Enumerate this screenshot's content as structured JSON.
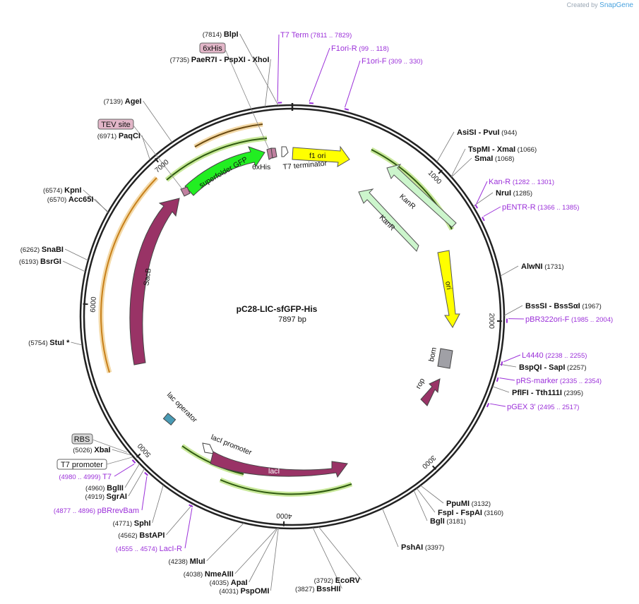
{
  "credit": {
    "prefix": "Created by",
    "brand": "SnapGene"
  },
  "plasmid": {
    "name": "pC28-LIC-sfGFP-His",
    "length": "7897 bp",
    "total_bp": 7897
  },
  "ticks": [
    "1000",
    "2000",
    "3000",
    "4000",
    "5000",
    "6000",
    "7000"
  ],
  "sites": [
    {
      "name": "BlpI",
      "pos": "(7814)",
      "bp": 7814
    },
    {
      "name": "PaeR7I - PspXI - XhoI",
      "pos": "(7735)",
      "bp": 7735
    },
    {
      "name": "AgeI",
      "pos": "(7139)",
      "bp": 7139
    },
    {
      "name": "PaqCI",
      "pos": "(6971)",
      "bp": 6971
    },
    {
      "name": "KpnI",
      "pos": "(6574)",
      "bp": 6574
    },
    {
      "name": "Acc65I",
      "pos": "(6570)",
      "bp": 6570
    },
    {
      "name": "SnaBI",
      "pos": "(6262)",
      "bp": 6262
    },
    {
      "name": "BsrGI",
      "pos": "(6193)",
      "bp": 6193
    },
    {
      "name": "StuI *",
      "pos": "(5754)",
      "bp": 5754
    },
    {
      "name": "XbaI",
      "pos": "(5026)",
      "bp": 5026
    },
    {
      "name": "BglII",
      "pos": "(4960)",
      "bp": 4960
    },
    {
      "name": "SgrAI",
      "pos": "(4919)",
      "bp": 4919
    },
    {
      "name": "SphI",
      "pos": "(4771)",
      "bp": 4771
    },
    {
      "name": "BstAPI",
      "pos": "(4562)",
      "bp": 4562
    },
    {
      "name": "MluI",
      "pos": "(4238)",
      "bp": 4238
    },
    {
      "name": "NmeAIII",
      "pos": "(4038)",
      "bp": 4038
    },
    {
      "name": "ApaI",
      "pos": "(4035)",
      "bp": 4035
    },
    {
      "name": "PspOMI",
      "pos": "(4031)",
      "bp": 4031
    },
    {
      "name": "BssHII",
      "pos": "(3827)",
      "bp": 3827
    },
    {
      "name": "EcoRV",
      "pos": "(3792)",
      "bp": 3792
    },
    {
      "name": "PshAI",
      "pos": "(3397)",
      "bp": 3397
    },
    {
      "name": "BglI",
      "pos": "(3181)",
      "bp": 3181
    },
    {
      "name": "FspI - FspAI",
      "pos": "(3160)",
      "bp": 3160
    },
    {
      "name": "PpuMI",
      "pos": "(3132)",
      "bp": 3132
    },
    {
      "name": "PflFI - Tth111I",
      "pos": "(2395)",
      "bp": 2395
    },
    {
      "name": "BspQI - SapI",
      "pos": "(2257)",
      "bp": 2257
    },
    {
      "name": "BssSI - BssSαI",
      "pos": "(1967)",
      "bp": 1967
    },
    {
      "name": "AlwNI",
      "pos": "(1731)",
      "bp": 1731
    },
    {
      "name": "NruI",
      "pos": "(1285)",
      "bp": 1285
    },
    {
      "name": "SmaI",
      "pos": "(1068)",
      "bp": 1068
    },
    {
      "name": "TspMI - XmaI",
      "pos": "(1066)",
      "bp": 1066
    },
    {
      "name": "AsiSI - PvuI",
      "pos": "(944)",
      "bp": 944
    }
  ],
  "primers": [
    {
      "name": "T7 Term",
      "pos": "(7811 .. 7829)"
    },
    {
      "name": "F1ori-R",
      "pos": "(99 .. 118)"
    },
    {
      "name": "F1ori-F",
      "pos": "(309 .. 330)"
    },
    {
      "name": "Kan-R",
      "pos": "(1282 .. 1301)"
    },
    {
      "name": "pENTR-R",
      "pos": "(1366 .. 1385)"
    },
    {
      "name": "pBR322ori-F",
      "pos": "(1985 .. 2004)"
    },
    {
      "name": "L4440",
      "pos": "(2238 .. 2255)"
    },
    {
      "name": "pRS-marker",
      "pos": "(2335 .. 2354)"
    },
    {
      "name": "pGEX 3'",
      "pos": "(2495 .. 2517)"
    },
    {
      "name": "LacI-R",
      "pos": "(4555 .. 4574)"
    },
    {
      "name": "pBRrevBam",
      "pos": "(4877 .. 4896)"
    },
    {
      "name": "T7",
      "pos": "(4980 .. 4999)"
    }
  ],
  "feature_boxes": [
    "6xHis",
    "TEV site",
    "RBS",
    "T7 promoter"
  ],
  "features": [
    {
      "name": "f1 ori",
      "color": "#ffff00"
    },
    {
      "name": "KanR",
      "color": "#ccf5cc"
    },
    {
      "name": "KanR",
      "color": "#ccf5cc"
    },
    {
      "name": "ori",
      "color": "#ffff00"
    },
    {
      "name": "bom",
      "color": "#a0a0a6"
    },
    {
      "name": "rop",
      "color": "#993366"
    },
    {
      "name": "lacI promoter",
      "color": "#ffffff"
    },
    {
      "name": "lacI",
      "color": "#993366"
    },
    {
      "name": "lac operator",
      "color": "#4a9bb5"
    },
    {
      "name": "SacB",
      "color": "#993366"
    },
    {
      "name": "superfolder GFP",
      "color": "#22ee22"
    },
    {
      "name": "6xHis",
      "color": "#c080a0"
    },
    {
      "name": "T7 terminator",
      "color": "#ffffff"
    }
  ],
  "colors": {
    "primer": "#9b30d9",
    "feature_box": "#e2b6c8",
    "orf_green": "#7fbf3f",
    "orf_orange": "#e8a040"
  }
}
